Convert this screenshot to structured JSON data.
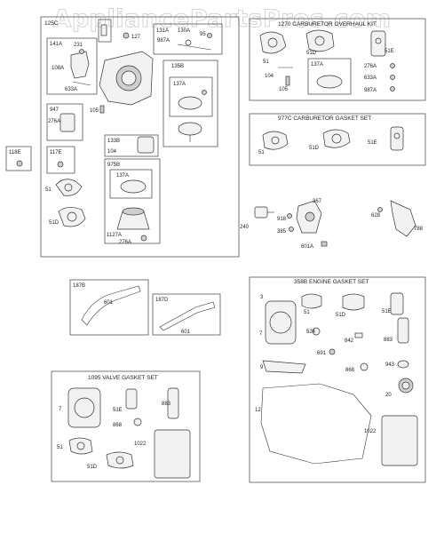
{
  "watermark": "AppliancePartsPros.com",
  "kits": {
    "k125c": "125C",
    "k1270": "1270 CARBURETOR OVERHAUL KIT",
    "k977c": "977C CARBURETOR GASKET SET",
    "k358b": "358B ENGINE GASKET SET",
    "k1095": "1095 VALVE GASKET SET"
  },
  "subs": {
    "s141a": "141A",
    "s131a": "131A",
    "s135b": "135B",
    "s137a_top": "137A",
    "s133b": "133B",
    "s975b": "975B",
    "s137a_mid": "137A",
    "s117e": "117E",
    "s118e": "118E",
    "s947": "947",
    "s187b": "187B",
    "s187d": "187D",
    "s137a_kit": "137A"
  },
  "labels": {
    "l231": "231",
    "l108a": "108A",
    "l633a": "633A",
    "l127": "127",
    "l987a": "987A",
    "l130a": "130A",
    "l95": "95",
    "l105": "105",
    "l276a_1": "276A",
    "l104": "104",
    "l51_l": "51",
    "l51d_l": "51D",
    "l1127a": "1127A",
    "l276a_2": "276A",
    "k_51": "51",
    "k_51d": "51D",
    "k_51e": "51E",
    "k_104": "104",
    "k_105": "105",
    "k_276a": "276A",
    "k_633a": "633A",
    "k_987a": "987A",
    "g_51": "51",
    "g_51d": "51D",
    "g_51e": "51E",
    "l240": "240",
    "l367": "367",
    "l918": "918",
    "l385": "385",
    "l601a": "601A",
    "l628": "628",
    "l788": "788",
    "l601_b": "601",
    "l601_d": "601",
    "e_3": "3",
    "e_51": "51",
    "e_51d": "51D",
    "e_51e": "51E",
    "e_7": "7",
    "e_524": "524",
    "e_842": "842",
    "e_883": "883",
    "e_691": "691",
    "e_9": "9",
    "e_868": "868",
    "e_943": "943",
    "e_20": "20",
    "e_12": "12",
    "e_1022": "1022",
    "v_7": "7",
    "v_51e": "51E",
    "v_883": "883",
    "v_868": "868",
    "v_51": "51",
    "v_1022": "1022",
    "v_51d": "51D"
  }
}
